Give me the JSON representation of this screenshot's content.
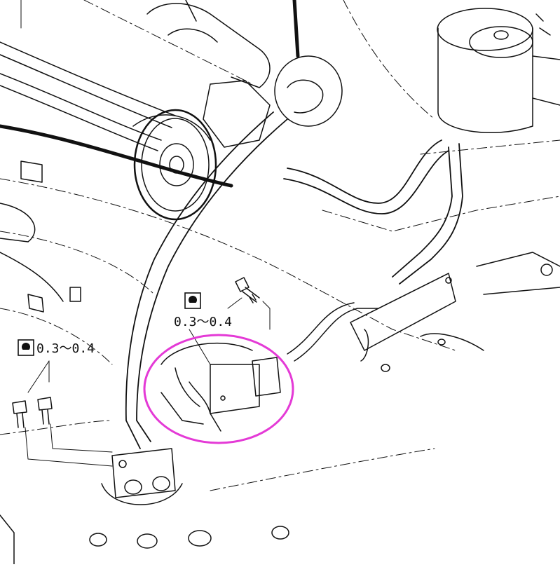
{
  "torque_labels": [
    {
      "id": "torque-spec-upper",
      "text": "0.3～0.4"
    },
    {
      "id": "torque-spec-left",
      "text": "0.3～0.4"
    }
  ],
  "icons": {
    "torque": "torque-wrench-icon"
  },
  "highlight": {
    "color": "#e43ad6",
    "shape": "ellipse"
  },
  "line_color": "#111111"
}
